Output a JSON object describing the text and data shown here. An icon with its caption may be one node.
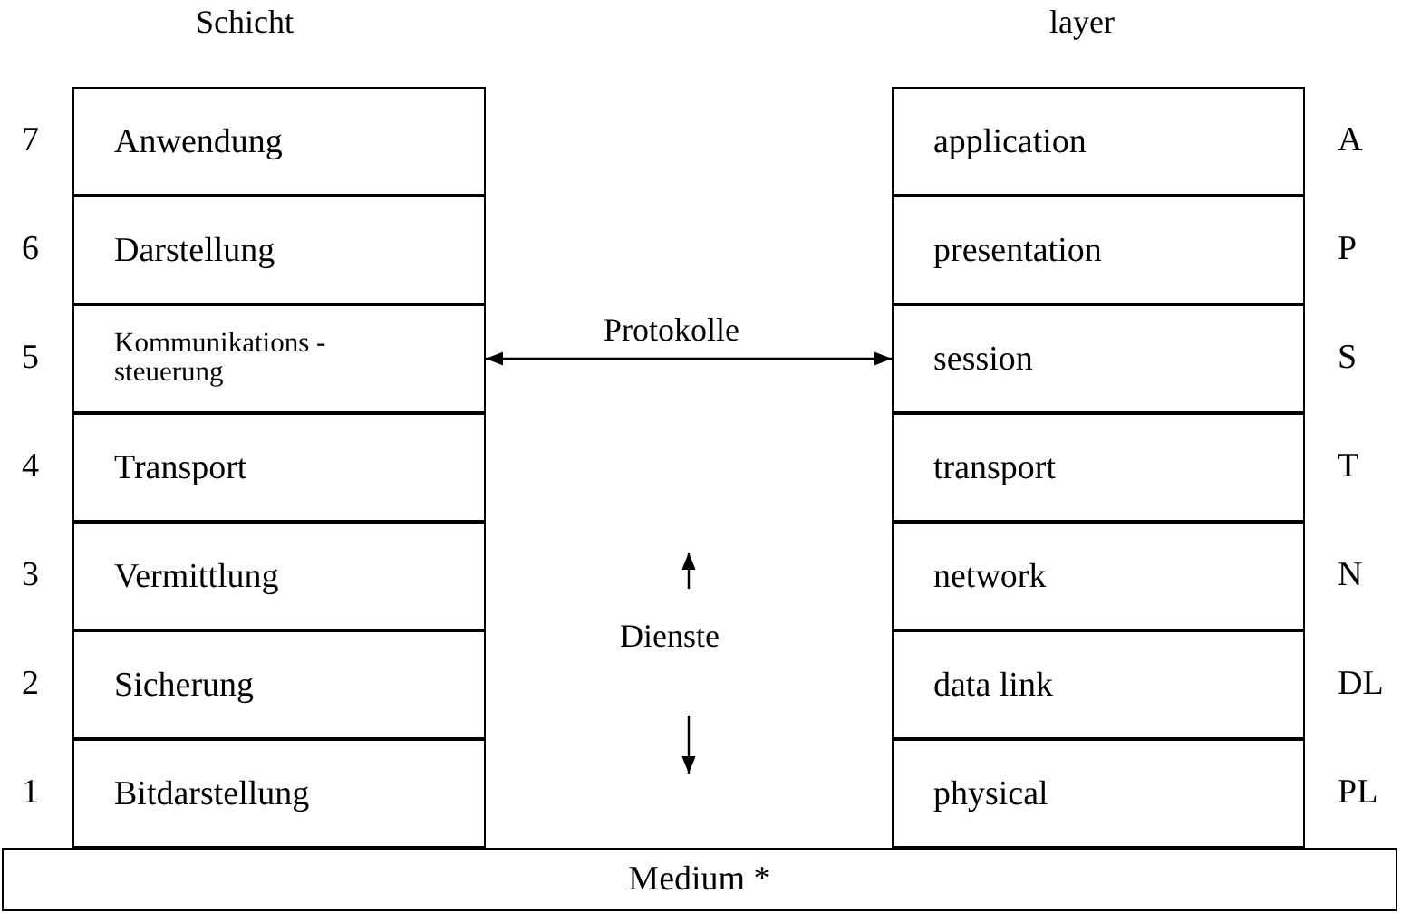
{
  "diagram": {
    "nodes": [
      {
        "text": [
          "Anwendung"
        ],
        "beside": [
          "7"
        ]
      },
      {
        "text": [
          "application"
        ],
        "beside": [
          "A"
        ]
      },
      {
        "text": [
          "Darstellung"
        ],
        "beside": [
          "6"
        ]
      },
      {
        "text": [
          "presentation"
        ],
        "beside": [
          "P"
        ]
      },
      {
        "text": [
          "Kommunikations -steuerung"
        ],
        "beside": [
          "5"
        ]
      },
      {
        "text": [
          "session"
        ],
        "beside": [
          "S"
        ]
      },
      {
        "text": [
          "Transport"
        ],
        "beside": [
          "4"
        ]
      },
      {
        "text": [
          "transport"
        ],
        "beside": [
          "T"
        ]
      },
      {
        "text": [
          "Vermittlung"
        ],
        "beside": [
          "3"
        ]
      },
      {
        "text": [
          "network"
        ],
        "beside": [
          "N"
        ]
      },
      {
        "text": [
          "Sicherung"
        ],
        "beside": [
          "2"
        ]
      },
      {
        "text": [
          "data link"
        ],
        "beside": [
          "DL"
        ]
      },
      {
        "text": [
          "Bitdarstellung"
        ],
        "beside": [
          "1"
        ]
      },
      {
        "text": [
          "physical"
        ],
        "beside": [
          "PL"
        ]
      },
      {
        "text": [
          "Medium *"
        ]
      }
    ],
    "edges": [
      {
        "from": 4,
        "to": 5,
        "arrow": "both",
        "label": "Protokolle"
      }
    ],
    "labels": [
      "Schicht",
      "layer",
      "Dienste"
    ]
  }
}
